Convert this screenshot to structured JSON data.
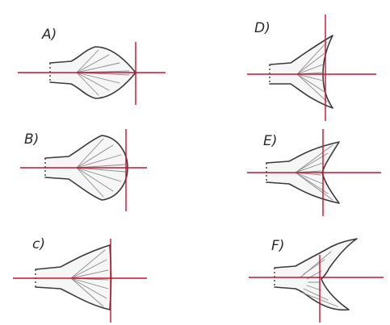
{
  "panels": [
    {
      "id": "A",
      "label": "A)",
      "shape": "rhomboid"
    },
    {
      "id": "B",
      "label": "B)",
      "shape": "rounded"
    },
    {
      "id": "C",
      "label": "c)",
      "shape": "truncate"
    },
    {
      "id": "D",
      "label": "D)",
      "shape": "emarginate"
    },
    {
      "id": "E",
      "label": "E)",
      "shape": "forked"
    },
    {
      "id": "F",
      "label": "F)",
      "shape": "lunate"
    }
  ],
  "colors": {
    "axis": "#c8102e",
    "outline": "#3a3a3a",
    "ray": "#8a8a8a"
  }
}
